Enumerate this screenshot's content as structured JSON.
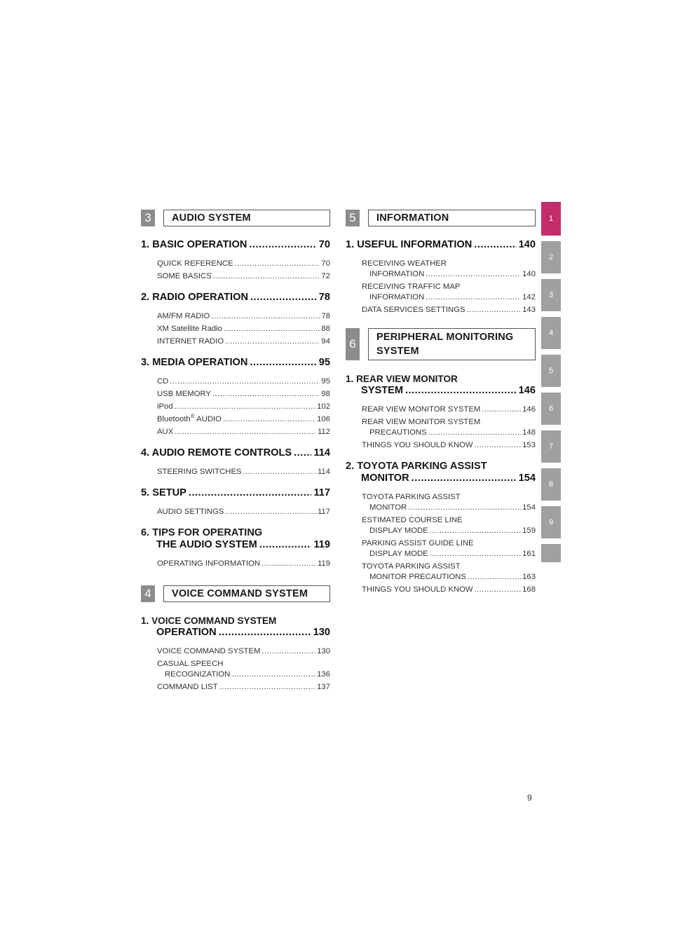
{
  "sections": {
    "s3": {
      "num": "3",
      "title": "AUDIO SYSTEM",
      "e1": {
        "label": "1. BASIC OPERATION",
        "page": "70",
        "subs": [
          {
            "label": "QUICK REFERENCE",
            "page": "70"
          },
          {
            "label": "SOME BASICS",
            "page": "72"
          }
        ]
      },
      "e2": {
        "label": "2. RADIO OPERATION",
        "page": "78",
        "subs": [
          {
            "label": "AM/FM RADIO",
            "page": "78"
          },
          {
            "label": "XM Satellite Radio",
            "page": "88"
          },
          {
            "label": "INTERNET RADIO",
            "page": "94"
          }
        ]
      },
      "e3": {
        "label": "3. MEDIA OPERATION",
        "page": "95",
        "subs": [
          {
            "label": "CD",
            "page": "95"
          },
          {
            "label": "USB MEMORY",
            "page": "98"
          },
          {
            "label": "iPod",
            "page": "102"
          },
          {
            "label": "Bluetooth",
            "sup": "®",
            "label_rest": " AUDIO",
            "page": "106"
          },
          {
            "label": "AUX",
            "page": "112"
          }
        ]
      },
      "e4": {
        "label": "4. AUDIO REMOTE CONTROLS",
        "page": "114",
        "subs": [
          {
            "label": "STEERING SWITCHES",
            "page": "114"
          }
        ]
      },
      "e5": {
        "label": "5. SETUP",
        "page": "117",
        "subs": [
          {
            "label": "AUDIO SETTINGS",
            "page": "117"
          }
        ]
      },
      "e6": {
        "line1": "6. TIPS FOR OPERATING",
        "line2": "THE AUDIO SYSTEM",
        "page": "119",
        "subs": [
          {
            "label": "OPERATING INFORMATION",
            "page": "119"
          }
        ]
      }
    },
    "s4": {
      "num": "4",
      "title": "VOICE COMMAND SYSTEM",
      "e1": {
        "line1": "1. VOICE COMMAND SYSTEM",
        "line2": "OPERATION",
        "page": "130",
        "subs": [
          {
            "label": "VOICE COMMAND SYSTEM",
            "page": "130"
          },
          {
            "line1": "CASUAL SPEECH",
            "line2": "RECOGNIZATION",
            "page": "136"
          },
          {
            "label": "COMMAND LIST",
            "page": "137"
          }
        ]
      }
    },
    "s5": {
      "num": "5",
      "title": "INFORMATION",
      "e1": {
        "label": "1. USEFUL INFORMATION",
        "page": "140",
        "subs": [
          {
            "line1": "RECEIVING WEATHER",
            "line2": "INFORMATION",
            "page": "140"
          },
          {
            "line1": "RECEIVING TRAFFIC MAP",
            "line2": "INFORMATION",
            "page": "142"
          },
          {
            "label": "DATA SERVICES SETTINGS",
            "page": "143"
          }
        ]
      }
    },
    "s6": {
      "num": "6",
      "title_line1": "PERIPHERAL MONITORING",
      "title_line2": "SYSTEM",
      "e1": {
        "line1": "1. REAR VIEW MONITOR",
        "line2": "SYSTEM",
        "page": "146",
        "subs": [
          {
            "label": "REAR VIEW MONITOR SYSTEM",
            "page": "146"
          },
          {
            "line1": "REAR VIEW MONITOR SYSTEM",
            "line2": "PRECAUTIONS",
            "page": "148"
          },
          {
            "label": "THINGS YOU SHOULD KNOW",
            "page": "153"
          }
        ]
      },
      "e2": {
        "line1": "2. TOYOTA PARKING ASSIST",
        "line2": "MONITOR",
        "page": "154",
        "subs": [
          {
            "line1": "TOYOTA PARKING ASSIST",
            "line2": "MONITOR",
            "page": "154"
          },
          {
            "line1": "ESTIMATED COURSE LINE",
            "line2": "DISPLAY MODE",
            "page": "159"
          },
          {
            "line1": "PARKING ASSIST GUIDE LINE",
            "line2": "DISPLAY MODE",
            "page": "161"
          },
          {
            "line1": "TOYOTA PARKING ASSIST",
            "line2": "MONITOR PRECAUTIONS",
            "page": "163"
          },
          {
            "label": "THINGS YOU SHOULD KNOW",
            "page": "168"
          }
        ]
      }
    }
  },
  "tabs": [
    "1",
    "2",
    "3",
    "4",
    "5",
    "6",
    "7",
    "8",
    "9"
  ],
  "active_tab": "1",
  "colors": {
    "active_tab": "#c22d6a",
    "tab": "#a0a0a0",
    "section_num": "#8c8c8c"
  },
  "page_number": "9"
}
